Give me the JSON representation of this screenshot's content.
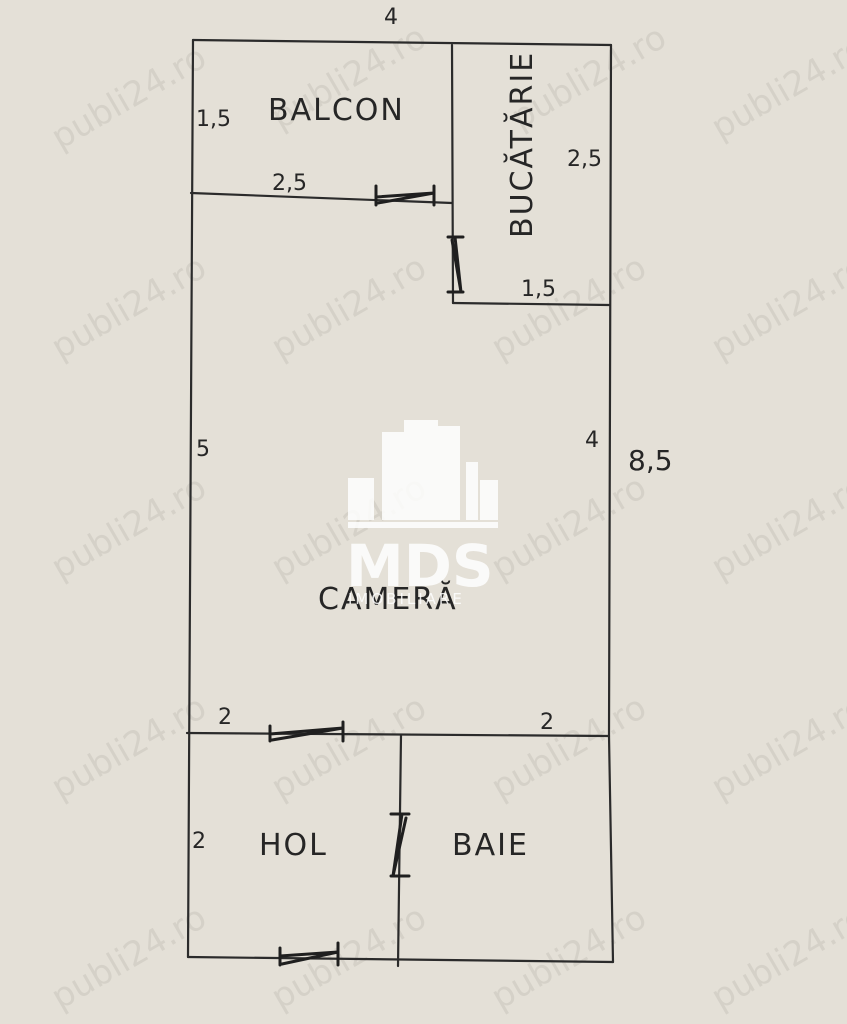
{
  "rooms": {
    "balcon": "BALCON",
    "bucatarie": "BUCĂTĂRIE",
    "camera": "CAMERĂ",
    "hol": "HOL",
    "baie": "BAIE"
  },
  "dimensions": {
    "top_width": "4",
    "balcon_height": "1,5",
    "balcon_width": "2,5",
    "bucatarie_height": "2,5",
    "bucatarie_width": "1,5",
    "camera_left_height": "5",
    "camera_right_height": "4",
    "total_height": "8,5",
    "hol_width_top": "2",
    "baie_width_top": "2",
    "hol_height": "2"
  },
  "watermark": {
    "text": "publi24.ro",
    "logo_main": "MDS",
    "logo_sub": "IMOBILIARE"
  },
  "colors": {
    "paper": "#e4e0d7",
    "ink": "#2b2b2b",
    "logo": "#ffffff"
  }
}
